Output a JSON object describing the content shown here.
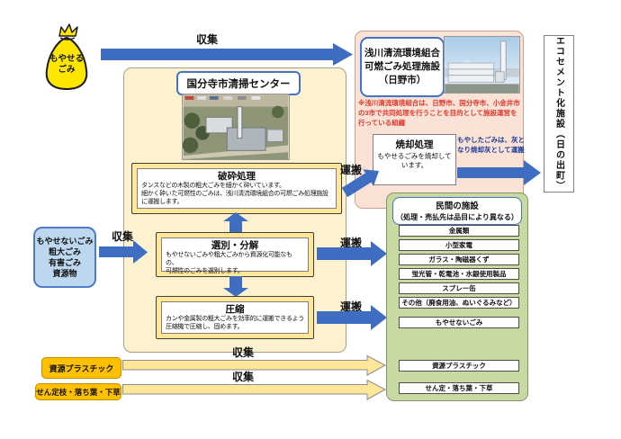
{
  "colors": {
    "arrow_blue": "#3f6dc1",
    "arrow_yellow_fill": "#ffe699",
    "gold_frame": "#ffe699",
    "center_bg": "#fcf2cf",
    "asakawa_bg": "#fae3d6",
    "private_bg": "#c8daa2",
    "source_box_bg": "#bdd7ee",
    "accent_orange": "#ffc000",
    "bag_yellow": "#ffe600",
    "note_red": "#e03a30",
    "ash_text_blue": "#1f3d99",
    "border_blue": "#4472c4"
  },
  "bag": {
    "label": "もやせる\nごみ"
  },
  "flow_labels": {
    "collect_top": "収集",
    "collect_left": "収集",
    "collect_plastic": "収集",
    "collect_pruning": "収集",
    "transport_shredding": "運搬",
    "transport_sorting": "運搬",
    "transport_compression": "運搬"
  },
  "kokubunji_center": {
    "title": "国分寺市清掃センター",
    "shredding": {
      "title": "破砕処理",
      "desc": "タンスなどの木製の粗大ごみを細かく砕いています。\n細かく砕いた可燃性のごみは、浅川清流環境組合の可燃ごみ処理施設\nに運搬します。"
    },
    "sorting": {
      "title": "選別・分解",
      "desc": "もやせないごみや粗大ごみから資源化可能なもの、\n可燃性のごみを選別します。"
    },
    "compression": {
      "title": "圧縮",
      "desc": "カンや金属製の粗大ごみを効率的に運搬できるよう\n圧縮機で圧縮し、固めます。"
    }
  },
  "sources": {
    "nonburnable": "もやせないごみ\n粗大ごみ\n有害ごみ\n資源物",
    "plastic": "資源プラスチック",
    "pruning": "せん定枝・落ち葉・下草"
  },
  "asakawa": {
    "name": "浅川清流環境組合\n可燃ごみ処理施設\n（日野市）",
    "note": "※浅川清流環境組合は、日野市、国分寺市、小金井市\nの3市で共同処理を行うことを目的として施設運営を\n行っている組織",
    "incineration_title": "焼却処理",
    "incineration_desc": "もやせるごみを焼却して\nいます。",
    "ash_note": "もやしたごみは、灰と\nなり焼却灰として運搬"
  },
  "ecocement": {
    "name": "エコセメント化施設（日の出町）"
  },
  "private_facility": {
    "title_line1": "民間の施設",
    "title_line2": "（処理・売払先は品目により異なる）",
    "items": [
      "金属類",
      "小型家電",
      "ガラス・陶磁器くず",
      "蛍光管・乾電池・水銀使用製品",
      "スプレー缶",
      "その他（廃食用油、ぬいぐるみなど）",
      "もやせないごみ",
      "資源プラスチック",
      "せん定・落ち葉・下草"
    ]
  }
}
